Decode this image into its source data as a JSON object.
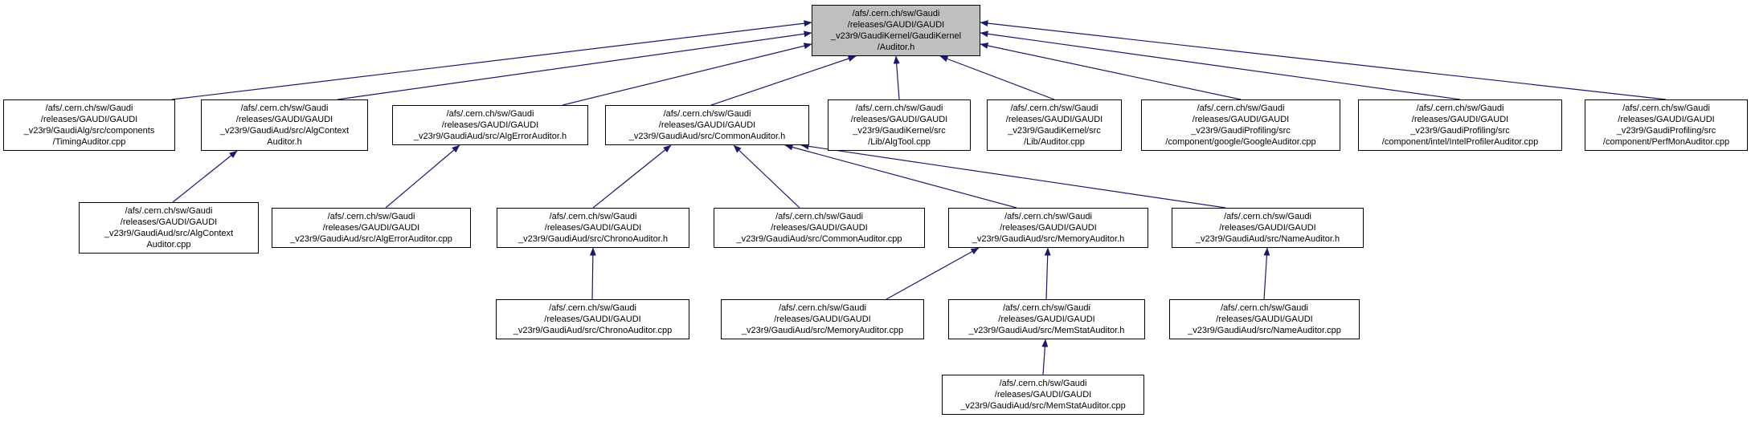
{
  "diagram": {
    "kind": "include-dependency-graph",
    "root_file": "/afs/.cern.ch/sw/Gaudi/releases/GAUDI/GAUDI_v23r9/GaudiKernel/GaudiKernel/Auditor.h"
  },
  "colors": {
    "edge": "#191970",
    "root_node_fill": "#bfbfbf",
    "node_fill": "#ffffff",
    "node_border": "#000000",
    "text": "#000000"
  },
  "nodes": {
    "auditor_h": {
      "label": "/afs/.cern.ch/sw/Gaudi\n/releases/GAUDI/GAUDI\n_v23r9/GaudiKernel/GaudiKernel\n/Auditor.h"
    },
    "timing_auditor_cpp": {
      "label": "/afs/.cern.ch/sw/Gaudi\n/releases/GAUDI/GAUDI\n_v23r9/GaudiAlg/src/components\n/TimingAuditor.cpp"
    },
    "alg_context_auditor_h": {
      "label": "/afs/.cern.ch/sw/Gaudi\n/releases/GAUDI/GAUDI\n_v23r9/GaudiAud/src/AlgContext\nAuditor.h"
    },
    "alg_error_auditor_h": {
      "label": "/afs/.cern.ch/sw/Gaudi\n/releases/GAUDI/GAUDI\n_v23r9/GaudiAud/src/AlgErrorAuditor.h"
    },
    "common_auditor_h": {
      "label": "/afs/.cern.ch/sw/Gaudi\n/releases/GAUDI/GAUDI\n_v23r9/GaudiAud/src/CommonAuditor.h"
    },
    "alg_tool_cpp": {
      "label": "/afs/.cern.ch/sw/Gaudi\n/releases/GAUDI/GAUDI\n_v23r9/GaudiKernel/src\n/Lib/AlgTool.cpp"
    },
    "auditor_cpp": {
      "label": "/afs/.cern.ch/sw/Gaudi\n/releases/GAUDI/GAUDI\n_v23r9/GaudiKernel/src\n/Lib/Auditor.cpp"
    },
    "google_auditor_cpp": {
      "label": "/afs/.cern.ch/sw/Gaudi\n/releases/GAUDI/GAUDI\n_v23r9/GaudiProfiling/src\n/component/google/GoogleAuditor.cpp"
    },
    "intel_profiler_auditor_cpp": {
      "label": "/afs/.cern.ch/sw/Gaudi\n/releases/GAUDI/GAUDI\n_v23r9/GaudiProfiling/src\n/component/intel/IntelProfilerAuditor.cpp"
    },
    "perf_mon_auditor_cpp": {
      "label": "/afs/.cern.ch/sw/Gaudi\n/releases/GAUDI/GAUDI\n_v23r9/GaudiProfiling/src\n/component/PerfMonAuditor.cpp"
    },
    "alg_context_auditor_cpp": {
      "label": "/afs/.cern.ch/sw/Gaudi\n/releases/GAUDI/GAUDI\n_v23r9/GaudiAud/src/AlgContext\nAuditor.cpp"
    },
    "alg_error_auditor_cpp": {
      "label": "/afs/.cern.ch/sw/Gaudi\n/releases/GAUDI/GAUDI\n_v23r9/GaudiAud/src/AlgErrorAuditor.cpp"
    },
    "chrono_auditor_h": {
      "label": "/afs/.cern.ch/sw/Gaudi\n/releases/GAUDI/GAUDI\n_v23r9/GaudiAud/src/ChronoAuditor.h"
    },
    "common_auditor_cpp": {
      "label": "/afs/.cern.ch/sw/Gaudi\n/releases/GAUDI/GAUDI\n_v23r9/GaudiAud/src/CommonAuditor.cpp"
    },
    "memory_auditor_h": {
      "label": "/afs/.cern.ch/sw/Gaudi\n/releases/GAUDI/GAUDI\n_v23r9/GaudiAud/src/MemoryAuditor.h"
    },
    "name_auditor_h": {
      "label": "/afs/.cern.ch/sw/Gaudi\n/releases/GAUDI/GAUDI\n_v23r9/GaudiAud/src/NameAuditor.h"
    },
    "chrono_auditor_cpp": {
      "label": "/afs/.cern.ch/sw/Gaudi\n/releases/GAUDI/GAUDI\n_v23r9/GaudiAud/src/ChronoAuditor.cpp"
    },
    "memory_auditor_cpp": {
      "label": "/afs/.cern.ch/sw/Gaudi\n/releases/GAUDI/GAUDI\n_v23r9/GaudiAud/src/MemoryAuditor.cpp"
    },
    "mem_stat_auditor_h": {
      "label": "/afs/.cern.ch/sw/Gaudi\n/releases/GAUDI/GAUDI\n_v23r9/GaudiAud/src/MemStatAuditor.h"
    },
    "name_auditor_cpp": {
      "label": "/afs/.cern.ch/sw/Gaudi\n/releases/GAUDI/GAUDI\n_v23r9/GaudiAud/src/NameAuditor.cpp"
    },
    "mem_stat_auditor_cpp": {
      "label": "/afs/.cern.ch/sw/Gaudi\n/releases/GAUDI/GAUDI\n_v23r9/GaudiAud/src/MemStatAuditor.cpp"
    }
  },
  "edges": [
    {
      "from": "timing_auditor_cpp",
      "to": "auditor_h"
    },
    {
      "from": "alg_context_auditor_h",
      "to": "auditor_h"
    },
    {
      "from": "alg_error_auditor_h",
      "to": "auditor_h"
    },
    {
      "from": "common_auditor_h",
      "to": "auditor_h"
    },
    {
      "from": "alg_tool_cpp",
      "to": "auditor_h"
    },
    {
      "from": "auditor_cpp",
      "to": "auditor_h"
    },
    {
      "from": "google_auditor_cpp",
      "to": "auditor_h"
    },
    {
      "from": "intel_profiler_auditor_cpp",
      "to": "auditor_h"
    },
    {
      "from": "perf_mon_auditor_cpp",
      "to": "auditor_h"
    },
    {
      "from": "alg_context_auditor_cpp",
      "to": "alg_context_auditor_h"
    },
    {
      "from": "alg_error_auditor_cpp",
      "to": "alg_error_auditor_h"
    },
    {
      "from": "chrono_auditor_h",
      "to": "common_auditor_h"
    },
    {
      "from": "common_auditor_cpp",
      "to": "common_auditor_h"
    },
    {
      "from": "memory_auditor_h",
      "to": "common_auditor_h"
    },
    {
      "from": "name_auditor_h",
      "to": "common_auditor_h"
    },
    {
      "from": "chrono_auditor_cpp",
      "to": "chrono_auditor_h"
    },
    {
      "from": "memory_auditor_cpp",
      "to": "memory_auditor_h"
    },
    {
      "from": "mem_stat_auditor_h",
      "to": "memory_auditor_h"
    },
    {
      "from": "name_auditor_cpp",
      "to": "name_auditor_h"
    },
    {
      "from": "mem_stat_auditor_cpp",
      "to": "mem_stat_auditor_h"
    }
  ]
}
